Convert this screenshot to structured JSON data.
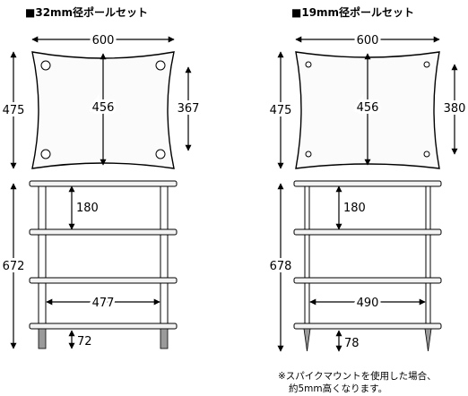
{
  "colors": {
    "line": "#000000",
    "background": "#ffffff",
    "foot": "#9a9a9a"
  },
  "left_figure": {
    "title": "■32mm径ポールセット",
    "width": "600",
    "total_height": "475",
    "panel_height": "456",
    "inner_height": "367",
    "rack_height": "672",
    "shelf_gap": "180",
    "inner_width": "477",
    "foot_height": "72"
  },
  "right_figure": {
    "title": "■19mm径ポールセット",
    "width": "600",
    "total_height": "475",
    "panel_height": "456",
    "inner_height": "380",
    "rack_height": "678",
    "shelf_gap": "180",
    "inner_width": "490",
    "foot_height": "78"
  },
  "note": {
    "line1": "※スパイクマウントを使用した場合、",
    "line2": "約5mm高くなります。"
  }
}
